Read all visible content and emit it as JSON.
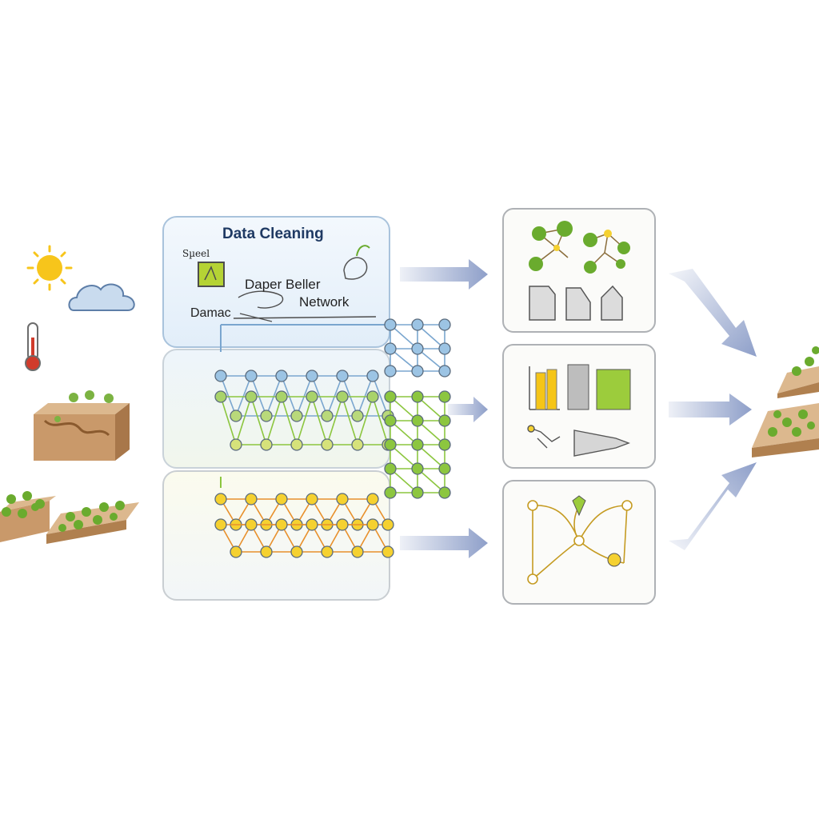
{
  "panel": {
    "title": "Data Cleaning",
    "speed_label": "Sµeel",
    "dataset_label": "Damac",
    "model_line1": "Daper Beller",
    "model_line2": "Network"
  },
  "colors": {
    "arrow": "#8e9fc9",
    "node_blue": "#9cc4e4",
    "node_green": "#8cc63f",
    "node_yellow": "#f5d130",
    "edge_orange": "#e8902c",
    "soil": "#c9996a",
    "sun": "#f7c51b"
  },
  "icons": [
    "sun-icon",
    "cloud-icon",
    "thermometer-icon",
    "soil-block-icon",
    "plant-bed-icon",
    "network-graph-icon",
    "document-icon",
    "bar-chart-icon",
    "gene-network-icon"
  ]
}
